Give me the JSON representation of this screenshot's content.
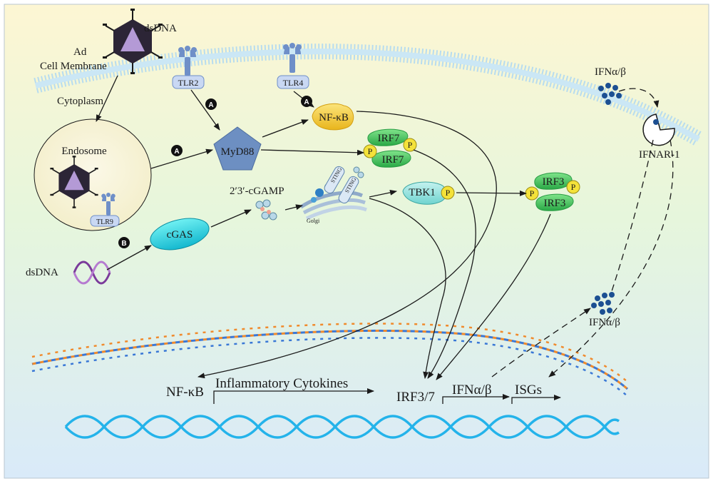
{
  "labels": {
    "virus_dsdna": "dsDNA",
    "ad": "Ad",
    "cell_membrane": "Cell Membrane",
    "cytoplasm": "Cytoplasm",
    "endosome": "Endosome",
    "tlr2": "TLR2",
    "tlr4": "TLR4",
    "tlr9": "TLR9",
    "myd88": "MyD88",
    "nfkb": "NF-κB",
    "irf7": "IRF7",
    "cgamp": "2′3′-cGAMP",
    "sting": "STING",
    "golgi": "Golgi",
    "tbk1": "TBK1",
    "irf3": "IRF3",
    "phospho": "P",
    "cgas": "cGAS",
    "free_dsdna": "dsDNA",
    "ifn_top": "IFNα/β",
    "ifnar": "IFNAR-1",
    "ifn_mid": "IFNα/β"
  },
  "badges": {
    "a": "A",
    "b": "B"
  },
  "nucleus": {
    "nfkb": "NF-κB",
    "cytokines": "Inflammatory Cytokines",
    "irf37": "IRF3/7",
    "ifn": "IFNα/β",
    "isgs": "ISGs"
  },
  "colors": {
    "background_top": "#fdf6d3",
    "background_mid": "#e4f6de",
    "background_bottom": "#dcecf9",
    "membrane": "#c9e6f4",
    "receptor": "#6f8fc8",
    "myd88": "#6d8fc2",
    "nfkb": "#f6cf3a",
    "irf_green": "#3fc45a",
    "tbk1": "#8ee0dc",
    "cgas": "#2bd6e0",
    "phospho": "#f4e23a",
    "capsid": "#6a5a7e",
    "dna_orange": "#f08a2c",
    "dna_blue": "#3a78d6",
    "helix_cyan": "#24b3ea",
    "ifn_dots": "#1c4f92"
  }
}
